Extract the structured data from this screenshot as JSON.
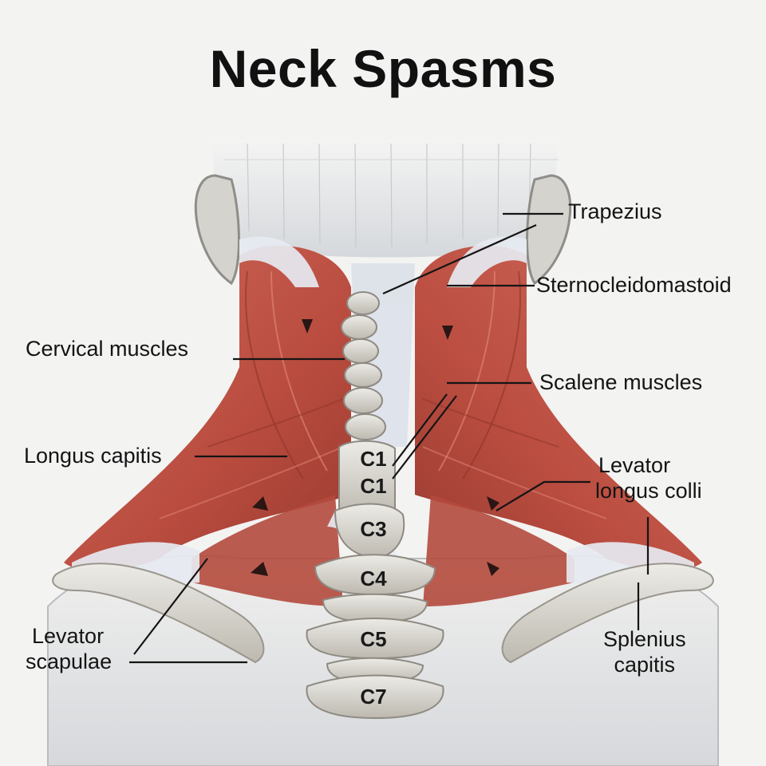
{
  "title": "Neck Spasms",
  "labels": {
    "trapezius": "Trapezius",
    "sternocleidomastoid": "Sternocleidomastoid",
    "cervical_muscles": "Cervical muscles",
    "scalene_muscles": "Scalene muscles",
    "longus_capitis": "Longus capitis",
    "levator_longus_colli_line1": "Levator",
    "levator_longus_colli_line2": "longus colli",
    "levator_scapulae_line1": "Levator",
    "levator_scapulae_line2": "scapulae",
    "splenius_capitis_line1": "Splenius",
    "splenius_capitis_line2": "capitis"
  },
  "vertebrae": [
    "C1",
    "C1",
    "C3",
    "C4",
    "C5",
    "C7"
  ],
  "colors": {
    "muscle": "#c0584a",
    "muscle_dark": "#9c3b31",
    "tendon": "#dfe5ee",
    "bone": "#d9d6cf",
    "background": "#f3f3f2"
  },
  "icons": [
    "muscle-direction-arrow-icon"
  ]
}
